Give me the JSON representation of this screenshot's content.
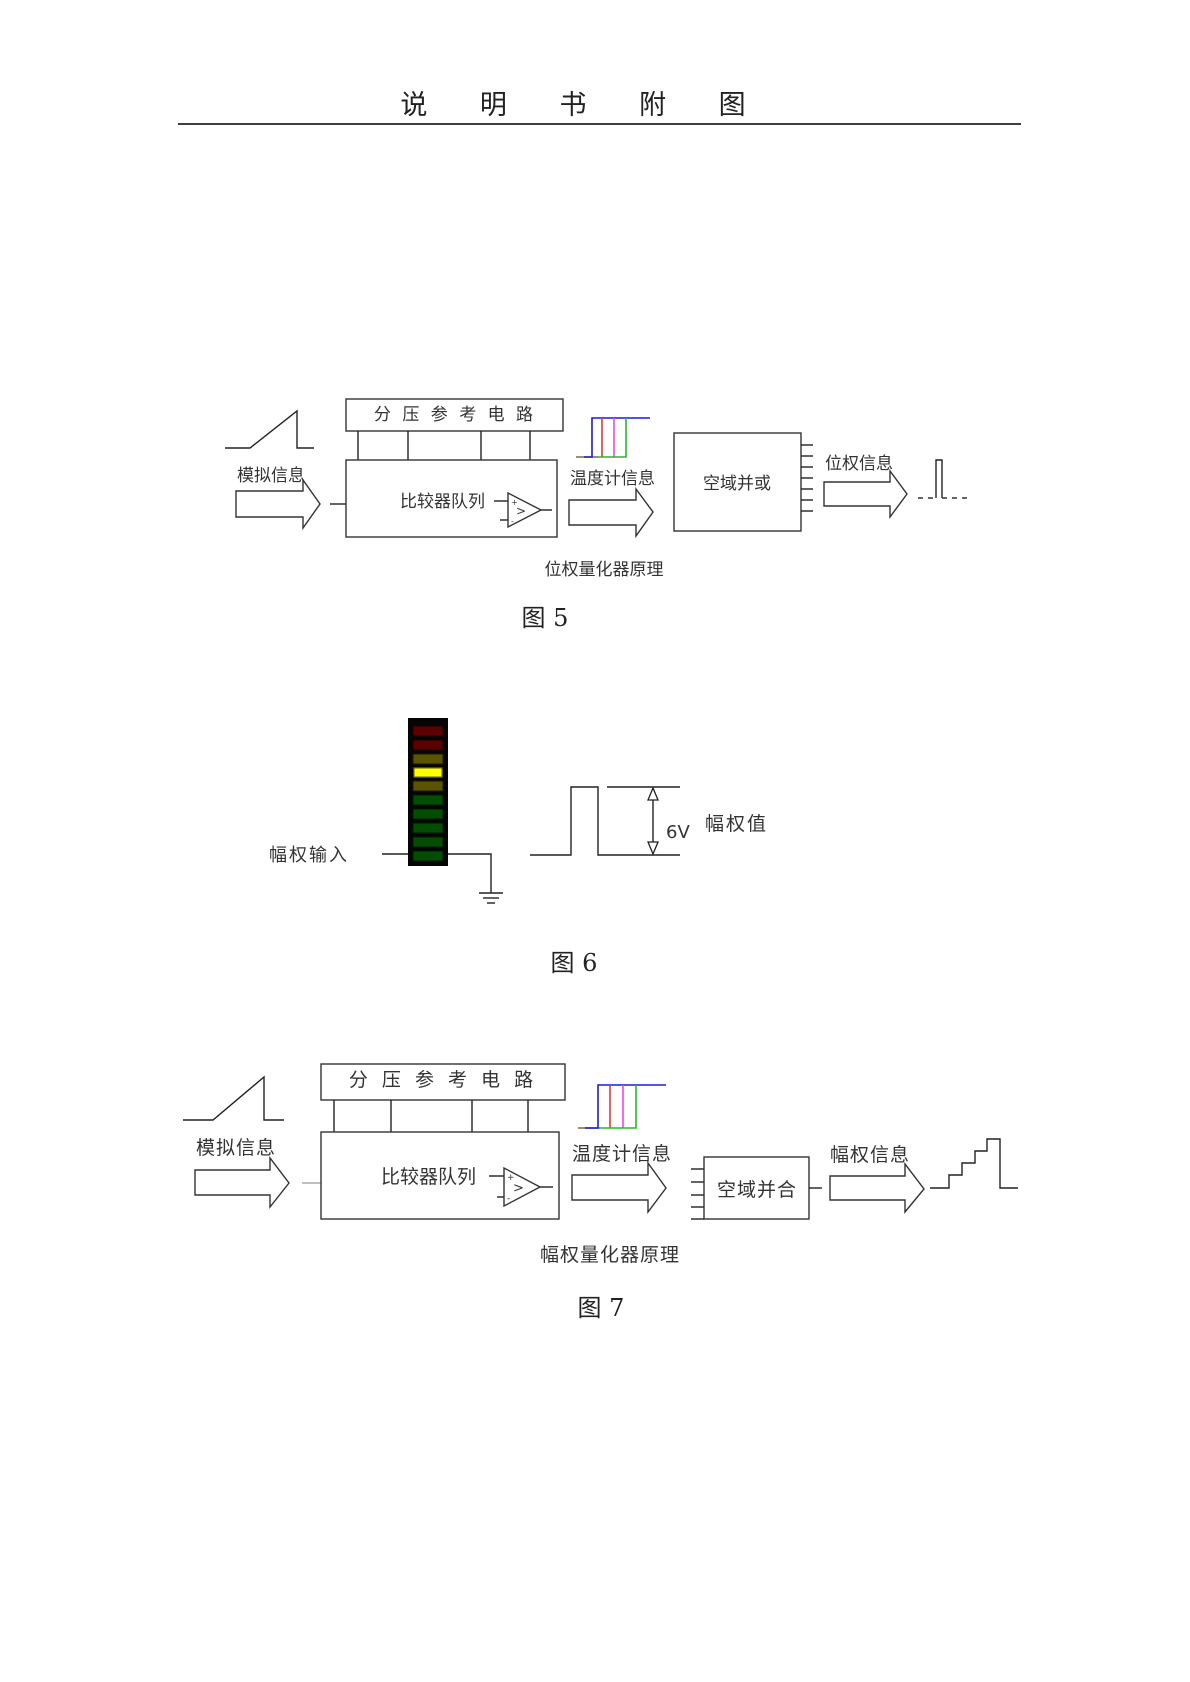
{
  "header": {
    "title": "说 明 书 附 图"
  },
  "fig5": {
    "reference_circuit": "分 压 参 考 电 路",
    "analog_input": "模拟信息",
    "comparator_array": "比较器队列",
    "thermometer_info": "温度计信息",
    "spatial_or": "空域并或",
    "bit_weight_info": "位权信息",
    "caption": "位权量化器原理",
    "figure_label": "图 5"
  },
  "fig6": {
    "input_label": "幅权输入",
    "voltage_label": "6V",
    "value_label": "幅权值",
    "figure_label": "图 6",
    "meter_segments": [
      "#5c0000",
      "#5c0000",
      "#5a5300",
      "#ffff00",
      "#5a5300",
      "#024d02",
      "#024d02",
      "#024d02",
      "#024d02",
      "#024d02"
    ]
  },
  "fig7": {
    "reference_circuit": "分 压 参 考 电 路",
    "analog_input": "模拟信息",
    "comparator_array": "比较器队列",
    "thermometer_info": "温度计信息",
    "spatial_and": "空域并合",
    "amplitude_weight_info": "幅权信息",
    "caption": "幅权量化器原理",
    "figure_label": "图 7"
  },
  "colors": {
    "thermo_blue": "#1a1ae0",
    "thermo_red": "#ee3333",
    "thermo_magenta": "#ee44ee",
    "thermo_green": "#22bb22"
  }
}
